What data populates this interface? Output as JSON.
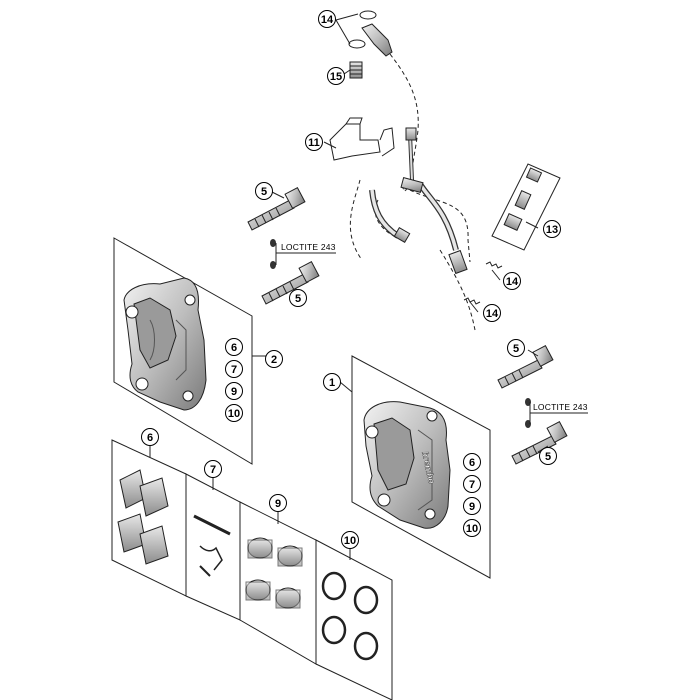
{
  "diagram": {
    "callouts": {
      "c14_top": "14",
      "c15": "15",
      "c11": "11",
      "c13": "13",
      "c14_mid": "14",
      "c14_low": "14",
      "c5_top_left": "5",
      "c5_mid_left": "5",
      "c2": "2",
      "c6_left": "6",
      "c7_left": "7",
      "c9_left": "9",
      "c10_left": "10",
      "c5_top_right": "5",
      "c5_low_right": "5",
      "c1": "1",
      "c6_right": "6",
      "c7_right": "7",
      "c9_right": "9",
      "c10_right": "10",
      "c6_kit": "6",
      "c7_kit": "7",
      "c9_kit": "9",
      "c10_kit": "10"
    },
    "loctite_left": "LOCTITE 243",
    "loctite_right": "LOCTITE 243",
    "caliper_brand": "brembo"
  }
}
